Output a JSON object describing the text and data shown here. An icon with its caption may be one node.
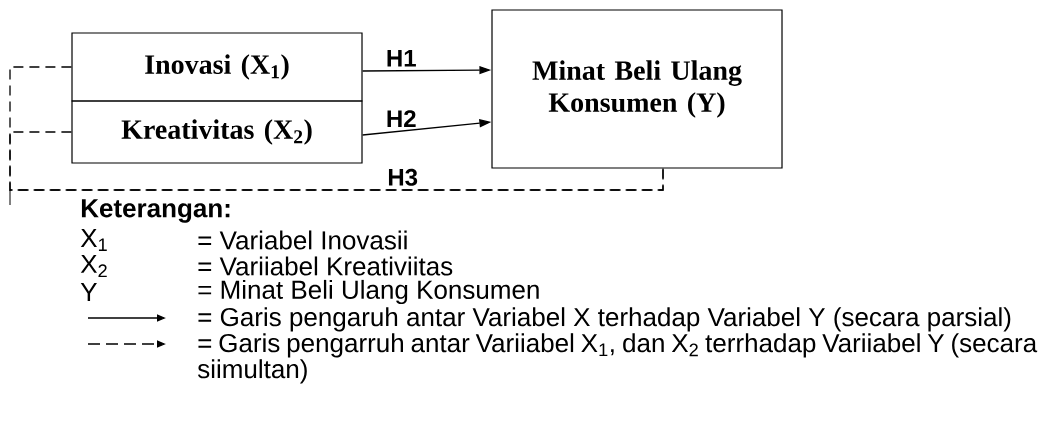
{
  "diagram": {
    "nodes": [
      {
        "text": [
          "Inovasi (X$_{1}$)"
        ]
      },
      {
        "text": [
          "Kreativitas (X$_{2}$)"
        ]
      },
      {
        "text": [
          "Minat Beli Ulang Konsumen (Y)"
        ]
      }
    ],
    "edges": [
      {
        "from": 0,
        "to": 2,
        "arrow": "to",
        "label": "H1"
      },
      {
        "from": 1,
        "to": 2,
        "arrow": "to",
        "label": "H2"
      },
      {
        "from": 0,
        "to": 2,
        "arrow": "none",
        "style": "dashed",
        "label": "H3"
      },
      {
        "from": 1,
        "to": 2,
        "arrow": "none",
        "style": "dashed"
      }
    ],
    "labels": [
      "Keterangan:",
      "X$_{1}$",
      "= Variabel Inovasii",
      "X$_{2}$",
      "= Variiabel Kreativiitas",
      "Y",
      "= Minat Beli Ulang Konsumen"
    ],
    "legend": [
      {
        "text": "= Garis pengaruh antar Variabel X terhadap Variabel Y (secara parsial)"
      },
      {
        "text": "= Garis pengarruh antar Variiabel X$_{1}$, dan X$_{2}$ terrhadap Variiabel Y (secara siimultan)"
      }
    ]
  }
}
